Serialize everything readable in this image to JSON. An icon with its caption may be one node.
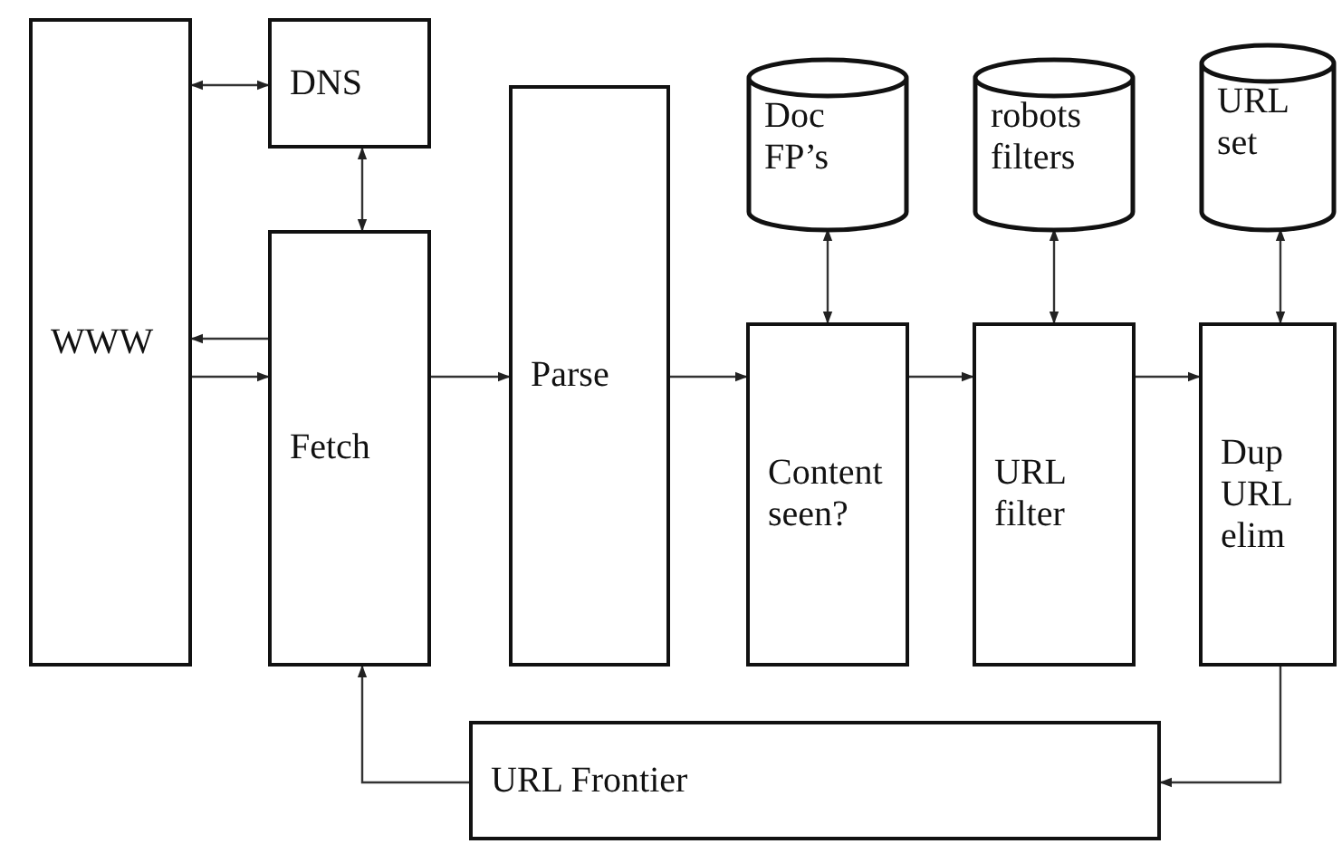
{
  "diagram": {
    "nodes": [
      {
        "text": [
          "WWW"
        ]
      },
      {
        "text": [
          "DNS"
        ]
      },
      {
        "text": [
          "Fetch"
        ]
      },
      {
        "text": [
          "Parse"
        ]
      },
      {
        "text": [
          "Doc FP’s"
        ]
      },
      {
        "text": [
          "robots filters"
        ]
      },
      {
        "text": [
          "URL set"
        ]
      },
      {
        "text": [
          "Content seen?"
        ]
      },
      {
        "text": [
          "URL filter"
        ]
      },
      {
        "text": [
          "Dup URL elim"
        ]
      },
      {
        "text": [
          "URL Frontier"
        ]
      }
    ],
    "edges": [
      {
        "from": 0,
        "to": 1,
        "arrow": "both"
      },
      {
        "from": 1,
        "to": 2,
        "arrow": "both"
      },
      {
        "from": 2,
        "to": 0,
        "arrow": "to"
      },
      {
        "from": 0,
        "to": 2,
        "arrow": "to"
      },
      {
        "from": 2,
        "to": 3,
        "arrow": "to"
      },
      {
        "from": 3,
        "to": 7,
        "arrow": "to"
      },
      {
        "from": 7,
        "to": 8,
        "arrow": "to"
      },
      {
        "from": 8,
        "to": 9,
        "arrow": "to"
      },
      {
        "from": 4,
        "to": 7,
        "arrow": "both"
      },
      {
        "from": 5,
        "to": 8,
        "arrow": "both"
      },
      {
        "from": 6,
        "to": 9,
        "arrow": "both"
      },
      {
        "from": 9,
        "to": 10,
        "arrow": "to"
      },
      {
        "from": 10,
        "to": 2,
        "arrow": "to"
      }
    ]
  }
}
